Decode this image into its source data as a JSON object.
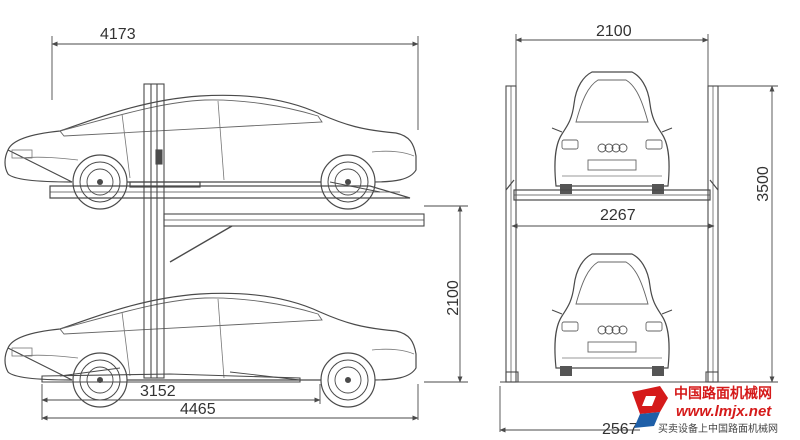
{
  "dimensions": {
    "side_top_length": "4173",
    "side_lower_base": "3152",
    "side_total_length": "4465",
    "side_level_height": "2100",
    "front_top_width": "2100",
    "front_platform_width": "2267",
    "front_total_height": "3500",
    "front_bottom_width": "2567"
  },
  "watermark": {
    "site_name": "中国路面机械网",
    "url": "www.lmjx.net",
    "tagline": "买卖设备上中国路面机械网"
  },
  "colors": {
    "line": "#4a4a4a",
    "accent": "#d51a1a"
  }
}
